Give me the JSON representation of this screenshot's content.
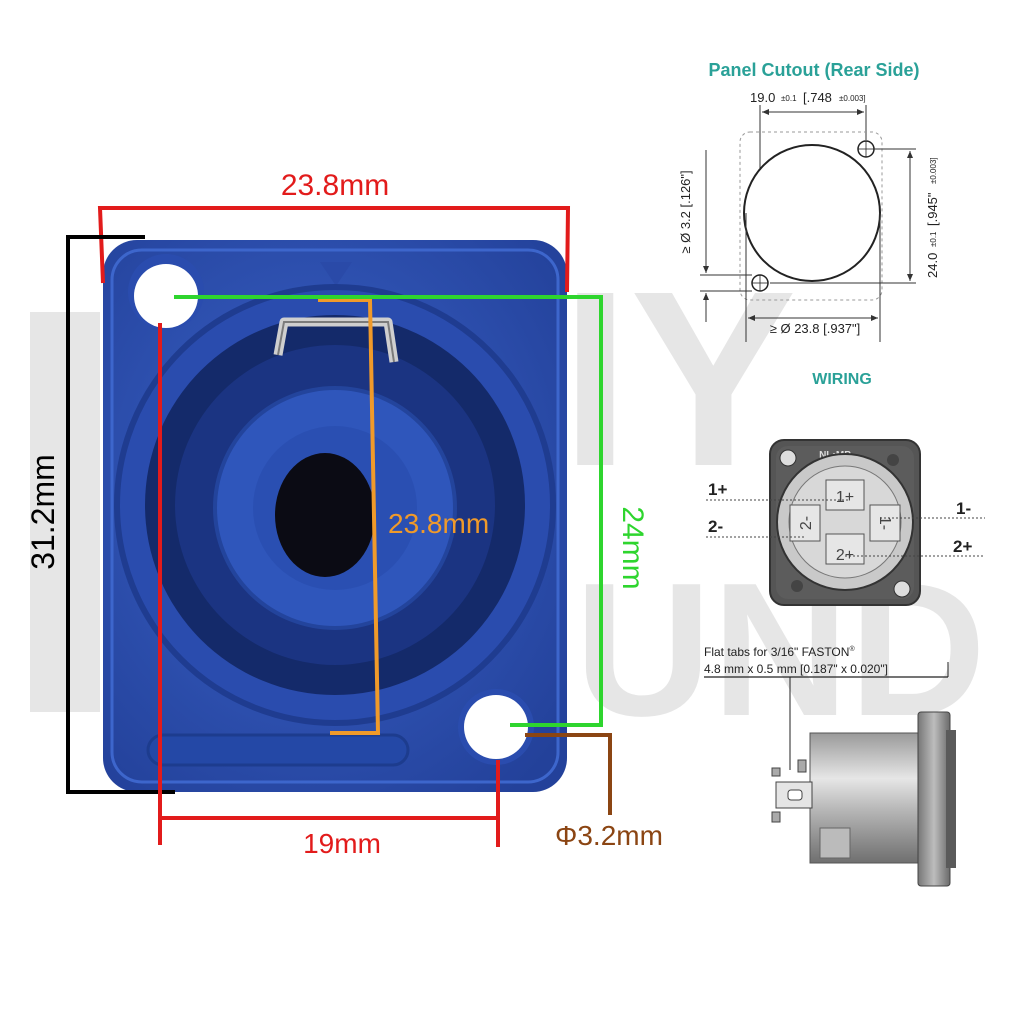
{
  "watermark": {
    "line1": "DIY",
    "line2": "SOUND"
  },
  "product_dimensions": {
    "width_top": "23.8mm",
    "height_left": "31.2mm",
    "ring_diameter": "23.8mm",
    "hole_spacing_vertical": "24mm",
    "hole_spacing_horizontal": "19mm",
    "hole_diameter": "Φ3.2mm"
  },
  "panel_cutout": {
    "title": "Panel Cutout (Rear Side)",
    "width_main": "19.0",
    "width_tol": "±0.1",
    "width_inch": "[.748",
    "width_inch_tol": "±0.003]",
    "height_main": "24.0",
    "height_tol": "±0.1",
    "height_inch": "[.945\"",
    "height_inch_tol": "±0.003]",
    "hole_label": "≥ Ø 3.2 [.126\"]",
    "circle_label": "≥ Ø 23.8 [.937\"]"
  },
  "wiring": {
    "title": "WIRING",
    "brand": "NL•MP",
    "pin_1_plus": "1+",
    "pin_2_minus": "2-",
    "pin_1_minus": "1-",
    "pin_2_plus": "2+",
    "face_1_plus": "1+",
    "face_2_minus": "2-",
    "face_1_minus": "1-",
    "face_2_plus": "2+"
  },
  "faston": {
    "line1": "Flat tabs for 3/16\" FASTON",
    "reg": "®",
    "line2": "4.8 mm x 0.5 mm [0.187\" x 0.020\"]"
  },
  "colors": {
    "connector_blue": "#2f55b8",
    "red_dim": "#e21b1b",
    "green_dim": "#2ed52e",
    "orange_dim": "#f09a2a",
    "brown_dim": "#8b4513",
    "teal_title": "#2aa198"
  }
}
